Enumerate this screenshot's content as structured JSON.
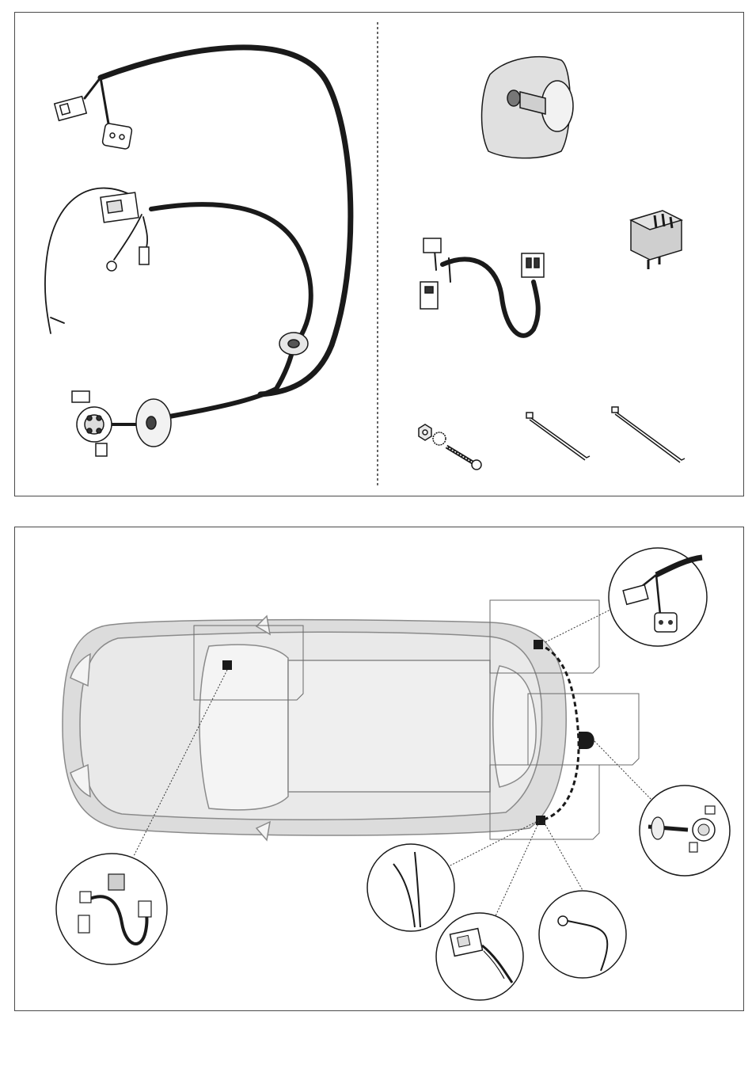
{
  "diagram": {
    "panels": [
      {
        "id": "kit-contents",
        "caption": ""
      },
      {
        "id": "installation-layout",
        "caption": ""
      }
    ],
    "components": [
      {
        "name": "wiring-harness",
        "count": 1
      },
      {
        "name": "socket-cover",
        "count": 1
      },
      {
        "name": "adapter-cable",
        "count": 1
      },
      {
        "name": "relay-module",
        "count": 1
      },
      {
        "name": "bolt-nut-washer",
        "count": 1
      },
      {
        "name": "cable-tie",
        "count": 2
      }
    ],
    "callouts": [
      {
        "name": "rear-light-plug-callout"
      },
      {
        "name": "relay-adapter-callout"
      },
      {
        "name": "tow-socket-callout"
      },
      {
        "name": "split-wires-callout"
      },
      {
        "name": "control-unit-callout"
      },
      {
        "name": "ground-eyelet-callout"
      }
    ],
    "colors": {
      "line": "#1a1a1a",
      "car_fill": "#dcdcdc",
      "car_stroke": "#8a8a8a",
      "outline": "#4a4a4a"
    }
  }
}
